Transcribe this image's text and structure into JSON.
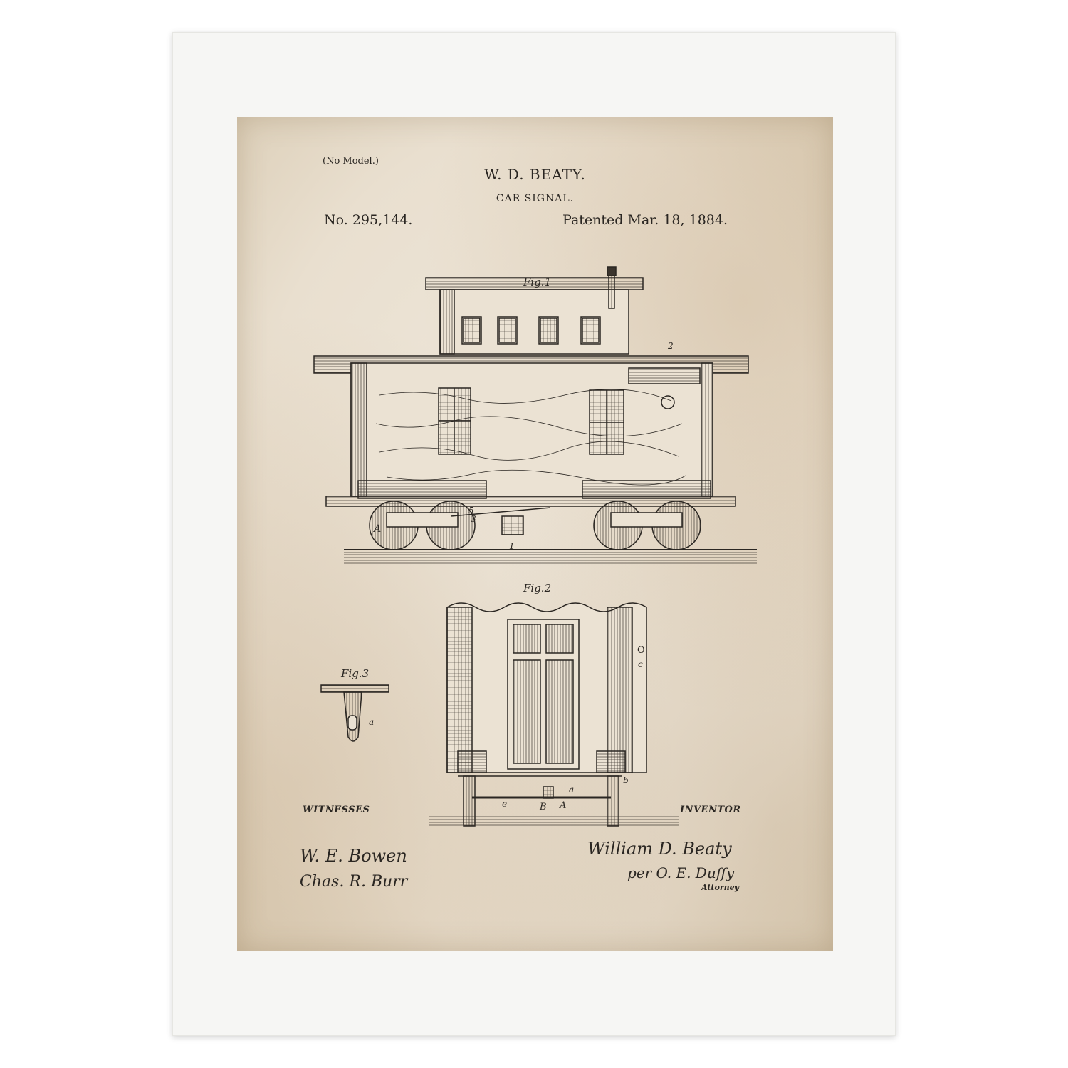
{
  "header": {
    "no_model": "(No Model.)",
    "inventor_name": "W. D. BEATY.",
    "invention_title": "CAR SIGNAL.",
    "patent_number": "No. 295,144.",
    "patent_date": "Patented Mar. 18, 1884."
  },
  "figures": {
    "fig1_label": "Fig.1",
    "fig2_label": "Fig.2",
    "fig3_label": "Fig.3",
    "fig1_refs": {
      "a": "A",
      "one": "1",
      "two": "2",
      "three": "3",
      "five": "5"
    },
    "fig2_refs": {
      "o": "O",
      "c": "c",
      "b": "B",
      "a": "A",
      "e": "e",
      "small_a": "a",
      "small_b": "b"
    },
    "fig3_refs": {
      "a": "a"
    }
  },
  "footer": {
    "witnesses_label": "WITNESSES",
    "witness_1": "W. E. Bowen",
    "witness_2": "Chas. R. Burr",
    "inventor_label": "INVENTOR",
    "inventor_signature": "William D. Beaty",
    "attorney_signature": "per O. E. Duffy",
    "attorney_label": "Attorney"
  },
  "colors": {
    "mat": "#f6f6f4",
    "paper": "#e9dfcf",
    "ink": "#2a2622"
  }
}
